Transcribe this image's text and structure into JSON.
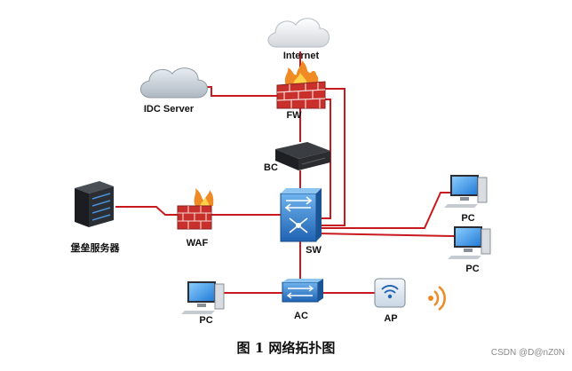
{
  "diagram": {
    "nodes": {
      "internet": {
        "label": "Internet"
      },
      "idc_server": {
        "label": "IDC Server"
      },
      "fw": {
        "label": "FW"
      },
      "bc": {
        "label": "BC"
      },
      "bastion": {
        "label": "堡垒服务器"
      },
      "waf": {
        "label": "WAF"
      },
      "sw": {
        "label": "SW"
      },
      "pc_top": {
        "label": "PC"
      },
      "pc_mid": {
        "label": "PC"
      },
      "pc_left": {
        "label": "PC"
      },
      "ac": {
        "label": "AC"
      },
      "ap": {
        "label": "AP"
      }
    },
    "caption": "图 1   网络拓扑图",
    "watermark": "CSDN @D@nZ0N",
    "colors": {
      "link": "#c8191e",
      "device_blue": "#2f7fc9",
      "wall_red": "#c9302c"
    }
  }
}
